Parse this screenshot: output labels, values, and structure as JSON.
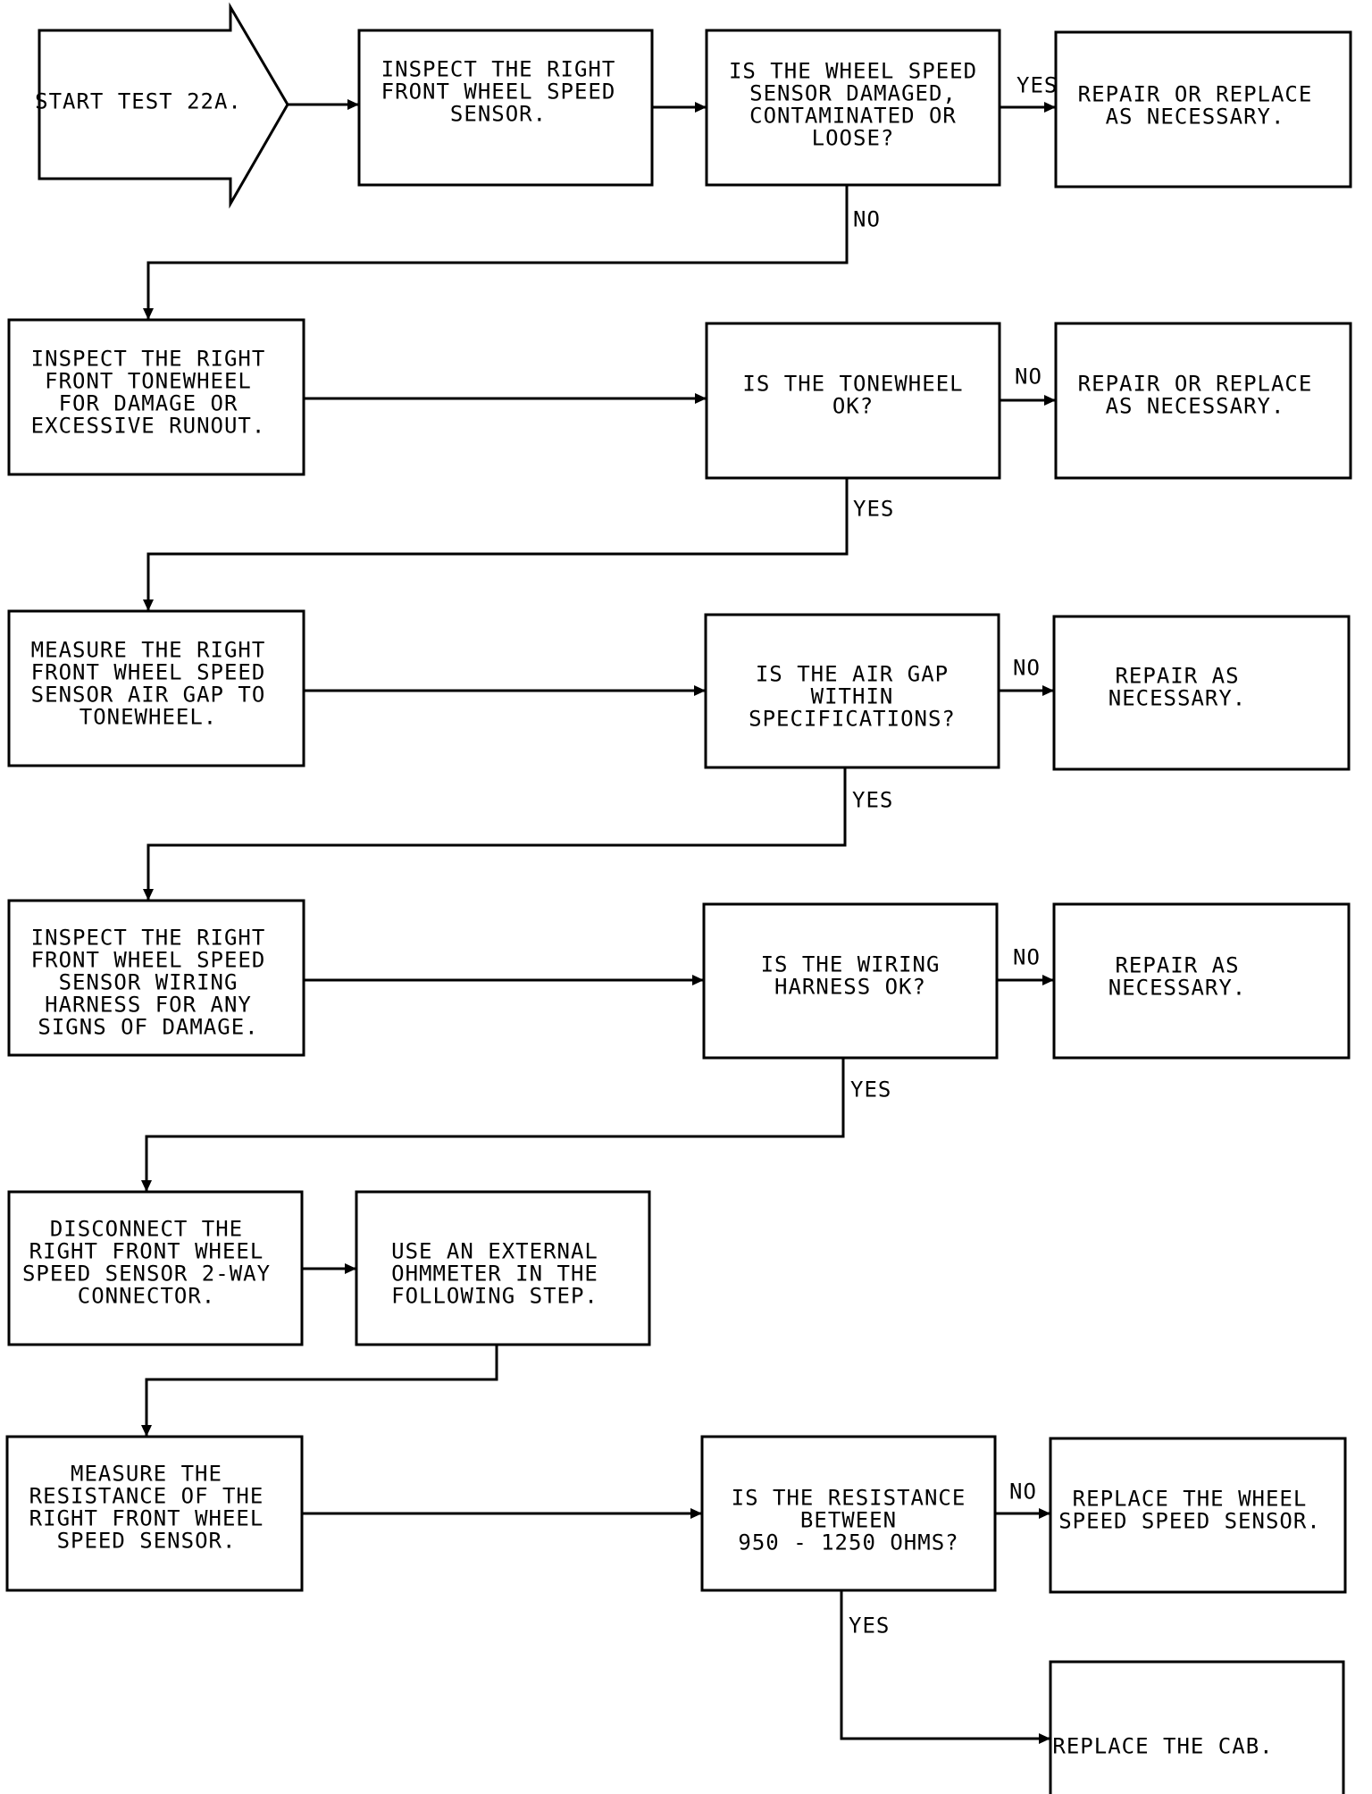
{
  "style": {
    "ink": "#000000",
    "paper": "#ffffff"
  },
  "nodes": {
    "start": [
      "START TEST 22A."
    ],
    "inspect_sensor": [
      "INSPECT THE RIGHT",
      "FRONT WHEEL SPEED",
      "SENSOR."
    ],
    "q_sensor_damaged": [
      "IS THE WHEEL SPEED",
      "SENSOR DAMAGED,",
      "CONTAMINATED OR",
      "LOOSE?"
    ],
    "repair_replace_1": [
      "REPAIR OR REPLACE",
      "AS NECESSARY."
    ],
    "inspect_tonewheel": [
      "INSPECT THE RIGHT",
      "FRONT TONEWHEEL",
      "FOR DAMAGE OR",
      "EXCESSIVE RUNOUT."
    ],
    "q_tonewheel_ok": [
      "IS THE TONEWHEEL",
      "OK?"
    ],
    "repair_replace_2": [
      "REPAIR OR REPLACE",
      "AS NECESSARY."
    ],
    "measure_air_gap": [
      "MEASURE THE RIGHT",
      "FRONT WHEEL SPEED",
      "SENSOR AIR GAP TO",
      "TONEWHEEL."
    ],
    "q_air_gap": [
      "IS THE AIR GAP",
      "WITHIN",
      "SPECIFICATIONS?"
    ],
    "repair_1": [
      "REPAIR AS",
      "NECESSARY."
    ],
    "inspect_harness": [
      "INSPECT THE RIGHT",
      "FRONT WHEEL SPEED",
      "SENSOR WIRING",
      "HARNESS FOR ANY",
      "SIGNS OF DAMAGE."
    ],
    "q_harness_ok": [
      "IS THE WIRING",
      "HARNESS OK?"
    ],
    "repair_2": [
      "REPAIR AS",
      "NECESSARY."
    ],
    "disconnect": [
      "DISCONNECT THE",
      "RIGHT FRONT WHEEL",
      "SPEED SENSOR 2-WAY",
      "CONNECTOR."
    ],
    "use_ohmmeter": [
      "USE AN EXTERNAL",
      "OHMMETER IN THE",
      "FOLLOWING STEP."
    ],
    "measure_resistance": [
      "MEASURE THE",
      "RESISTANCE OF THE",
      "RIGHT FRONT WHEEL",
      "SPEED SENSOR."
    ],
    "q_resistance": [
      "IS THE RESISTANCE",
      "BETWEEN",
      "950 - 1250 OHMS?"
    ],
    "replace_sensor": [
      "REPLACE THE WHEEL",
      "SPEED SPEED SENSOR."
    ],
    "replace_cab": [
      "REPLACE THE CAB."
    ]
  },
  "edge_labels": {
    "q_sensor_yes": "YES",
    "q_sensor_no": "NO",
    "q_tonewheel_no": "NO",
    "q_tonewheel_yes": "YES",
    "q_air_gap_no": "NO",
    "q_air_gap_yes": "YES",
    "q_harness_no": "NO",
    "q_harness_yes": "YES",
    "q_resistance_no": "NO",
    "q_resistance_yes": "YES"
  }
}
